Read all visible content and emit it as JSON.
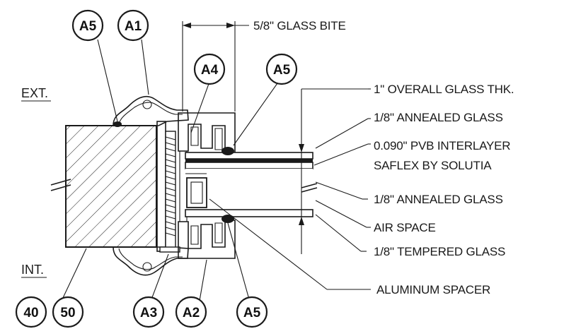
{
  "labels": {
    "glass_bite": "5/8\" GLASS BITE",
    "overall": "1\" OVERALL GLASS THK.",
    "annealed_top": "1/8\" ANNEALED GLASS",
    "pvb_line1": "0.090\" PVB INTERLAYER",
    "pvb_line2": "SAFLEX BY SOLUTIA",
    "annealed_bottom": "1/8\" ANNEALED GLASS",
    "air_space": "AIR SPACE",
    "tempered": "1/8\" TEMPERED GLASS",
    "spacer": "ALUMINUM SPACER"
  },
  "sides": {
    "exterior": "EXT.",
    "interior": "INT."
  },
  "callouts": {
    "a5_top_left": "A5",
    "a1": "A1",
    "a4": "A4",
    "a5_top_right": "A5",
    "c40": "40",
    "c50": "50",
    "a3": "A3",
    "a2": "A2",
    "a5_bottom": "A5"
  }
}
